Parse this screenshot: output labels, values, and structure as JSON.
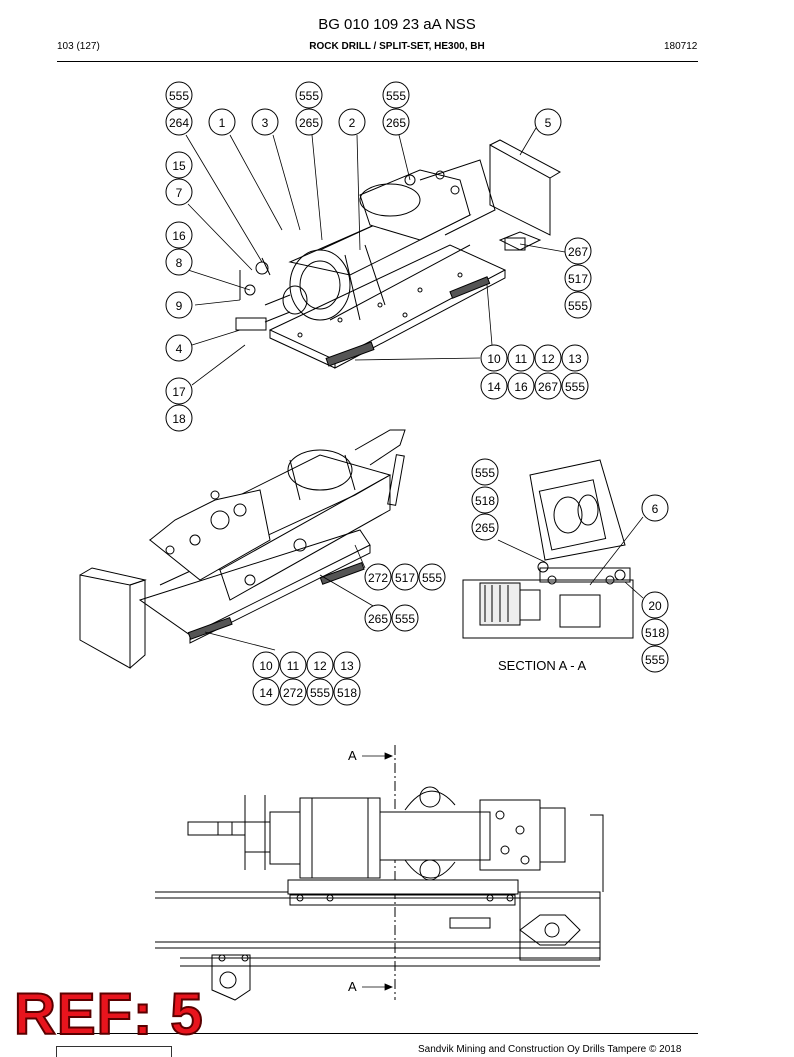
{
  "header": {
    "doc_title": "BG 010 109 23 aA NSS",
    "page_ref": "103 (127)",
    "part_title": "ROCK DRILL / SPLIT-SET, HE300, BH",
    "doc_code": "180712"
  },
  "callouts": {
    "top": [
      "555",
      "264",
      "1",
      "3",
      "555",
      "265",
      "2",
      "555",
      "265",
      "5",
      "15",
      "7",
      "16",
      "8",
      "9",
      "4",
      "17",
      "18",
      "267",
      "517",
      "555",
      "10",
      "11",
      "12",
      "13",
      "14",
      "16",
      "267",
      "555"
    ],
    "middle": [
      "272",
      "517",
      "555",
      "265",
      "555",
      "10",
      "11",
      "12",
      "13",
      "14",
      "272",
      "555",
      "518"
    ],
    "section": [
      "555",
      "518",
      "265",
      "6",
      "20",
      "518",
      "555"
    ]
  },
  "section_title": "SECTION A - A",
  "section_marker": "A",
  "ref_label": "REF: 5",
  "footer": "Sandvik Mining and Construction Oy Drills Tampere © 2018"
}
